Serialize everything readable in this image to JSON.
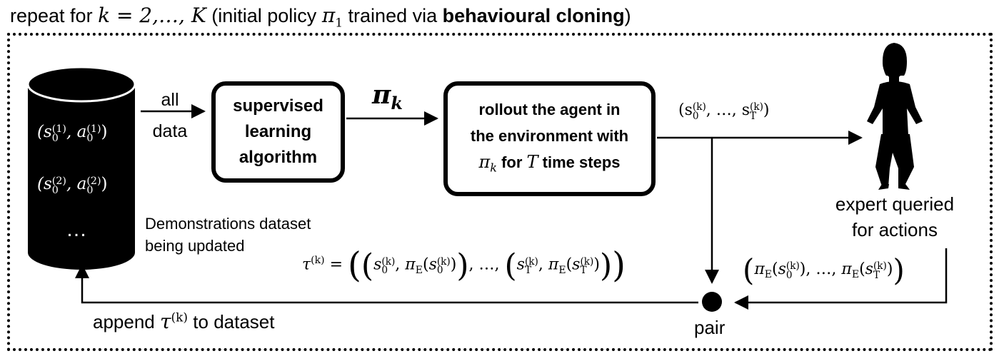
{
  "header": {
    "prefix": "repeat for ",
    "range_math": "k = 2,…, K",
    "open": " (initial policy ",
    "policy": "π",
    "policy_sub": "1",
    "mid": " trained via ",
    "bold": "behavioural cloning",
    "close": ")"
  },
  "dataset": {
    "row1": "(s",
    "row1_sup": "(1)",
    "row1_sub": "0",
    "row1_a": ", a",
    "row2_sup": "(2)",
    "ellipsis": "…",
    "caption_line1": "Demonstrations dataset",
    "caption_line2": "being updated"
  },
  "arrow_all_data": {
    "line1": "all",
    "line2": "data"
  },
  "supervised_box": {
    "line1": "supervised",
    "line2": "learning",
    "line3": "algorithm"
  },
  "policy_label": {
    "symbol": "π",
    "sub": "k"
  },
  "rollout_box": {
    "bold_word": "rollout",
    "line1_rest": " the agent in",
    "line2": "the environment with",
    "pi": "π",
    "pi_sub": "k",
    "line4_mid": " for ",
    "T": "T",
    "line4_end": " time steps"
  },
  "states_label": {
    "open": "(s",
    "sup": "(k)",
    "sub0": "0",
    "mid": ", …, s",
    "subT": "T",
    "close": ")"
  },
  "expert": {
    "line1": "expert queried",
    "line2": "for actions"
  },
  "expert_actions": {
    "text_pi": "π",
    "sub_E": "E",
    "sup": "(k)",
    "sub0": "0",
    "subT": "T"
  },
  "tau_label": {
    "tau": "τ",
    "sup": "(k)",
    "sub0": "0",
    "subT": "T",
    "pi": "π",
    "sub_E": "E"
  },
  "pair": {
    "label": "pair"
  },
  "append": {
    "text1": "append ",
    "tau": "τ",
    "sup": "(k)",
    "text2": " to dataset"
  }
}
